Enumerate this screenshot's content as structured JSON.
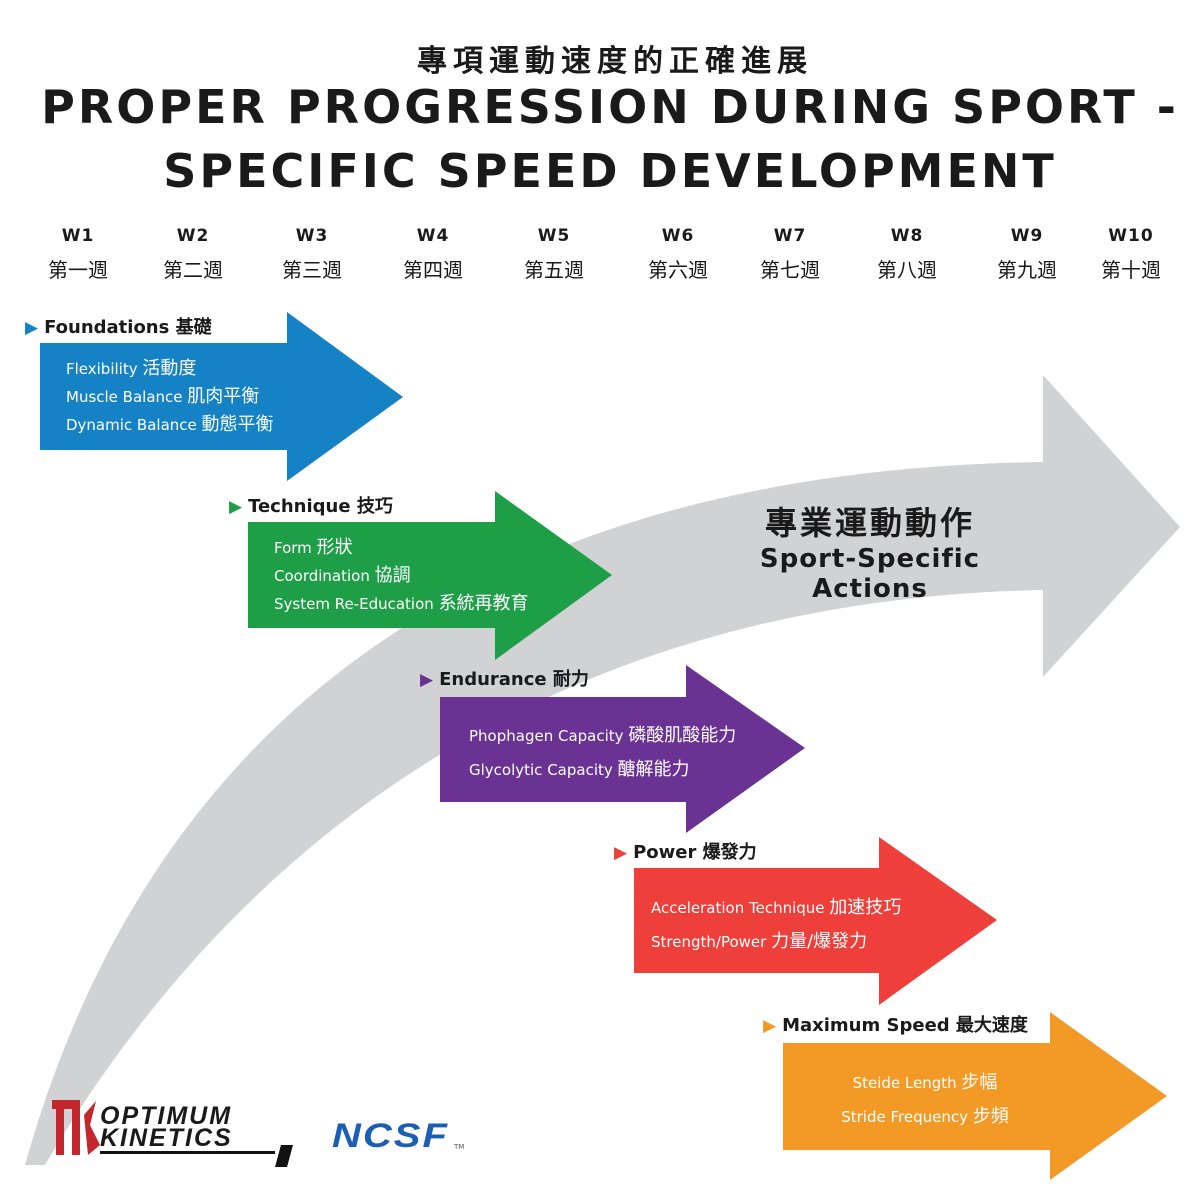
{
  "title_zh": "專項運動速度的正確進展",
  "title_en_1": "PROPER PROGRESSION DURING SPORT -",
  "title_en_2": "SPECIFIC SPEED DEVELOPMENT",
  "weeks": [
    {
      "w": "W1",
      "zh": "第一週"
    },
    {
      "w": "W2",
      "zh": "第二週"
    },
    {
      "w": "W3",
      "zh": "第三週"
    },
    {
      "w": "W4",
      "zh": "第四週"
    },
    {
      "w": "W5",
      "zh": "第五週"
    },
    {
      "w": "W6",
      "zh": "第六週"
    },
    {
      "w": "W7",
      "zh": "第七週"
    },
    {
      "w": "W8",
      "zh": "第八週"
    },
    {
      "w": "W9",
      "zh": "第九週"
    },
    {
      "w": "W10",
      "zh": "第十週"
    }
  ],
  "big_arrow": {
    "zh": "專業運動動作",
    "en": "Sport-Specific Actions",
    "color": "#d1d2d4"
  },
  "stages": [
    {
      "title": "Foundations 基礎",
      "color": "#1582c6",
      "items": [
        {
          "en": "Flexibility",
          "zh": "活動度"
        },
        {
          "en": "Muscle Balance",
          "zh": "肌肉平衡"
        },
        {
          "en": "Dynamic Balance",
          "zh": "動態平衡"
        }
      ]
    },
    {
      "title": "Technique 技巧",
      "color": "#1f9e48",
      "items": [
        {
          "en": "Form",
          "zh": "形狀"
        },
        {
          "en": "Coordination",
          "zh": "協調"
        },
        {
          "en": "System Re-Education",
          "zh": "系統再教育"
        }
      ]
    },
    {
      "title": "Endurance 耐力",
      "color": "#6a3393",
      "items": [
        {
          "en": "Phophagen Capacity",
          "zh": "磷酸肌酸能力"
        },
        {
          "en": "Glycolytic Capacity",
          "zh": "醣解能力"
        }
      ]
    },
    {
      "title": "Power 爆發力",
      "color": "#ee3f3a",
      "items": [
        {
          "en": "Acceleration Technique",
          "zh": "加速技巧"
        },
        {
          "en": "Strength/Power",
          "zh": "力量/爆發力"
        }
      ]
    },
    {
      "title": "Maximum Speed 最大速度",
      "color": "#f39a26",
      "items": [
        {
          "en": "Steide Length",
          "zh": "步幅"
        },
        {
          "en": "Stride Frequency",
          "zh": "步頻"
        }
      ]
    }
  ],
  "logos": {
    "optimum_line1": "OPTIMUM",
    "optimum_line2": "KINETICS",
    "ncsf": "NCSF",
    "tm": "TM"
  }
}
